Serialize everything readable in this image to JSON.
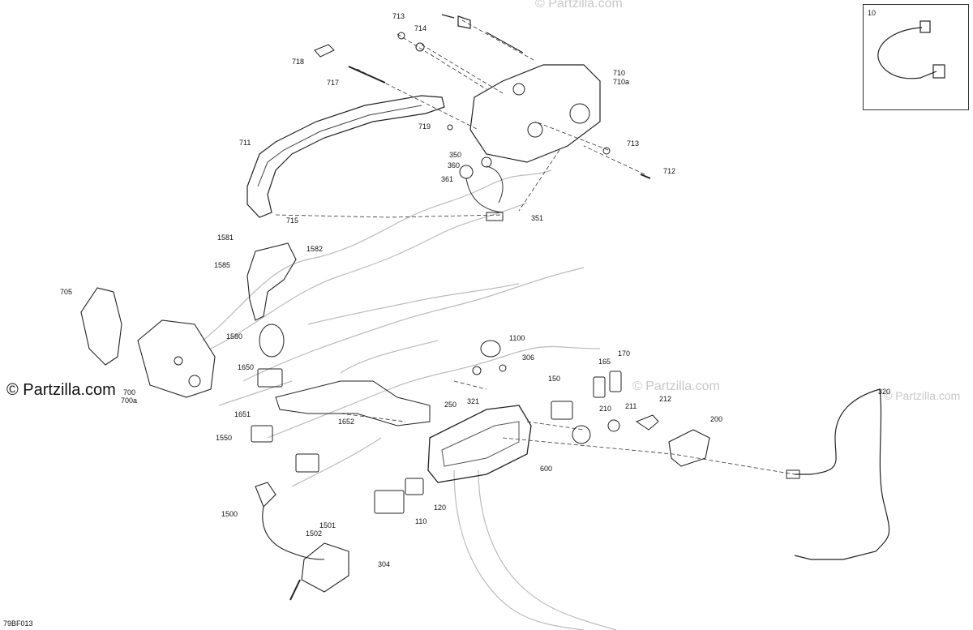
{
  "diagram": {
    "brand": "© Partzilla.com",
    "watermark": "© Partzilla.com",
    "reference": "79BF013",
    "inset_label": "10",
    "callouts": {
      "c713a": "713",
      "c714": "714",
      "c718": "718",
      "c717": "717",
      "c710": "710",
      "c710a": "710a",
      "c719": "719",
      "c711": "711",
      "c713b": "713",
      "c712": "712",
      "c350": "350",
      "c360": "360",
      "c361": "361",
      "c351": "351",
      "c715": "715",
      "c1581": "1581",
      "c1582": "1582",
      "c1585": "1585",
      "c705": "705",
      "c700": "700",
      "c700a": "700a",
      "c1580": "1580",
      "c1650": "1650",
      "c1100": "1100",
      "c306": "306",
      "c165": "165",
      "c170": "170",
      "c150": "150",
      "c250": "250",
      "c321": "321",
      "c211": "211",
      "c212": "212",
      "c210": "210",
      "c200": "200",
      "c320": "320",
      "c1651": "1651",
      "c1652": "1652",
      "c1550": "1550",
      "c600": "600",
      "c120": "120",
      "c110": "110",
      "c1500": "1500",
      "c1501": "1501",
      "c1502": "1502",
      "c304": "304"
    }
  }
}
